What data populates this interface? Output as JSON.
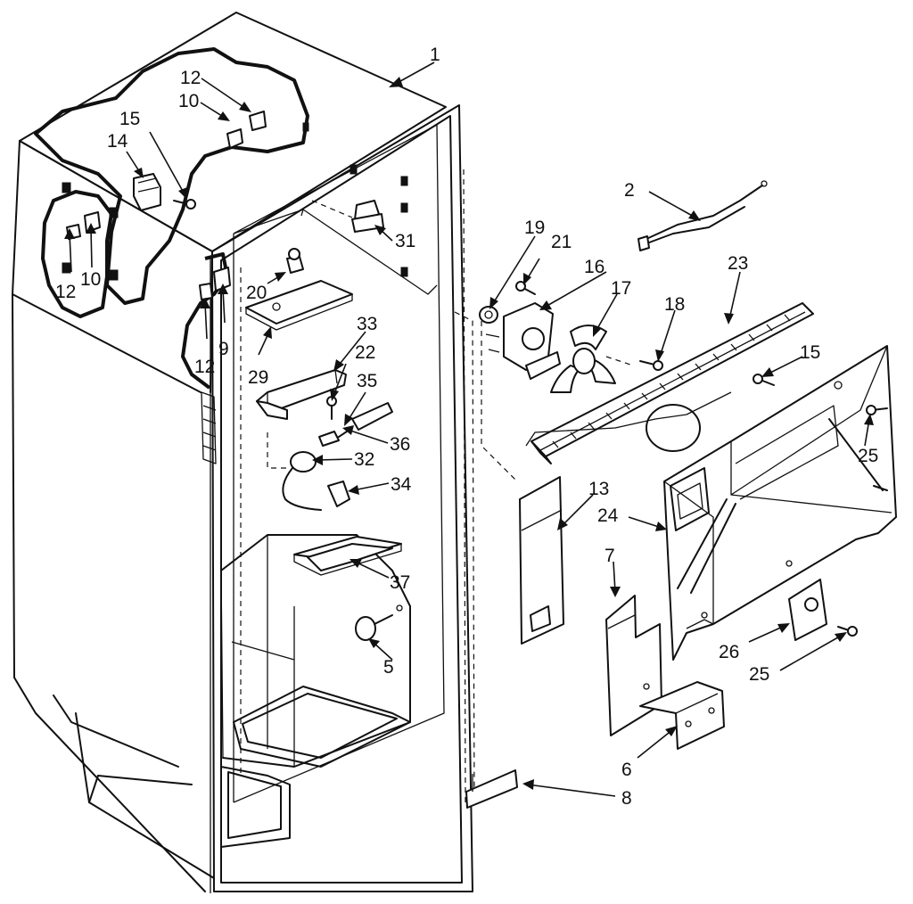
{
  "callouts": [
    {
      "id": "1",
      "text": "1"
    },
    {
      "id": "2",
      "text": "2"
    },
    {
      "id": "5",
      "text": "5"
    },
    {
      "id": "6",
      "text": "6"
    },
    {
      "id": "7",
      "text": "7"
    },
    {
      "id": "8",
      "text": "8"
    },
    {
      "id": "9",
      "text": "9"
    },
    {
      "id": "10a",
      "text": "10"
    },
    {
      "id": "10b",
      "text": "10"
    },
    {
      "id": "12a",
      "text": "12"
    },
    {
      "id": "12b",
      "text": "12"
    },
    {
      "id": "12c",
      "text": "12"
    },
    {
      "id": "13",
      "text": "13"
    },
    {
      "id": "14",
      "text": "14"
    },
    {
      "id": "15a",
      "text": "15"
    },
    {
      "id": "15b",
      "text": "15"
    },
    {
      "id": "16",
      "text": "16"
    },
    {
      "id": "17",
      "text": "17"
    },
    {
      "id": "18",
      "text": "18"
    },
    {
      "id": "19",
      "text": "19"
    },
    {
      "id": "20",
      "text": "20"
    },
    {
      "id": "21",
      "text": "21"
    },
    {
      "id": "22",
      "text": "22"
    },
    {
      "id": "23",
      "text": "23"
    },
    {
      "id": "24",
      "text": "24"
    },
    {
      "id": "25a",
      "text": "25"
    },
    {
      "id": "25b",
      "text": "25"
    },
    {
      "id": "26",
      "text": "26"
    },
    {
      "id": "29",
      "text": "29"
    },
    {
      "id": "31",
      "text": "31"
    },
    {
      "id": "32",
      "text": "32"
    },
    {
      "id": "33",
      "text": "33"
    },
    {
      "id": "34",
      "text": "34"
    },
    {
      "id": "35",
      "text": "35"
    },
    {
      "id": "36",
      "text": "36"
    },
    {
      "id": "37",
      "text": "37"
    }
  ],
  "colors": {
    "ink": "#111111",
    "paper": "#ffffff"
  }
}
